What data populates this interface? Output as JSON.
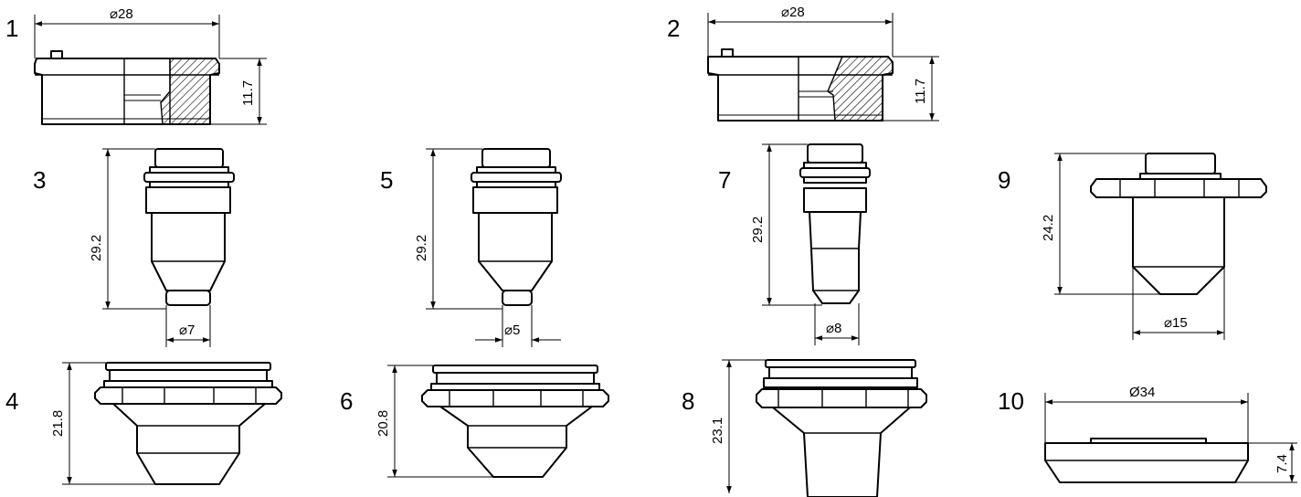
{
  "parts": [
    {
      "number": "1",
      "diameter": "⌀28",
      "height": "11.7"
    },
    {
      "number": "2",
      "diameter": "⌀28",
      "height": "11.7"
    },
    {
      "number": "3",
      "height": "29.2",
      "diameter": "⌀7"
    },
    {
      "number": "4",
      "height": "21.8"
    },
    {
      "number": "5",
      "height": "29.2",
      "diameter": "⌀5"
    },
    {
      "number": "6",
      "height": "20.8"
    },
    {
      "number": "7",
      "height": "29.2",
      "diameter": "⌀8"
    },
    {
      "number": "8",
      "height": "23.1"
    },
    {
      "number": "9",
      "height": "24.2",
      "diameter": "⌀15"
    },
    {
      "number": "10",
      "diameter": "Ø34",
      "height": "7.4"
    }
  ]
}
